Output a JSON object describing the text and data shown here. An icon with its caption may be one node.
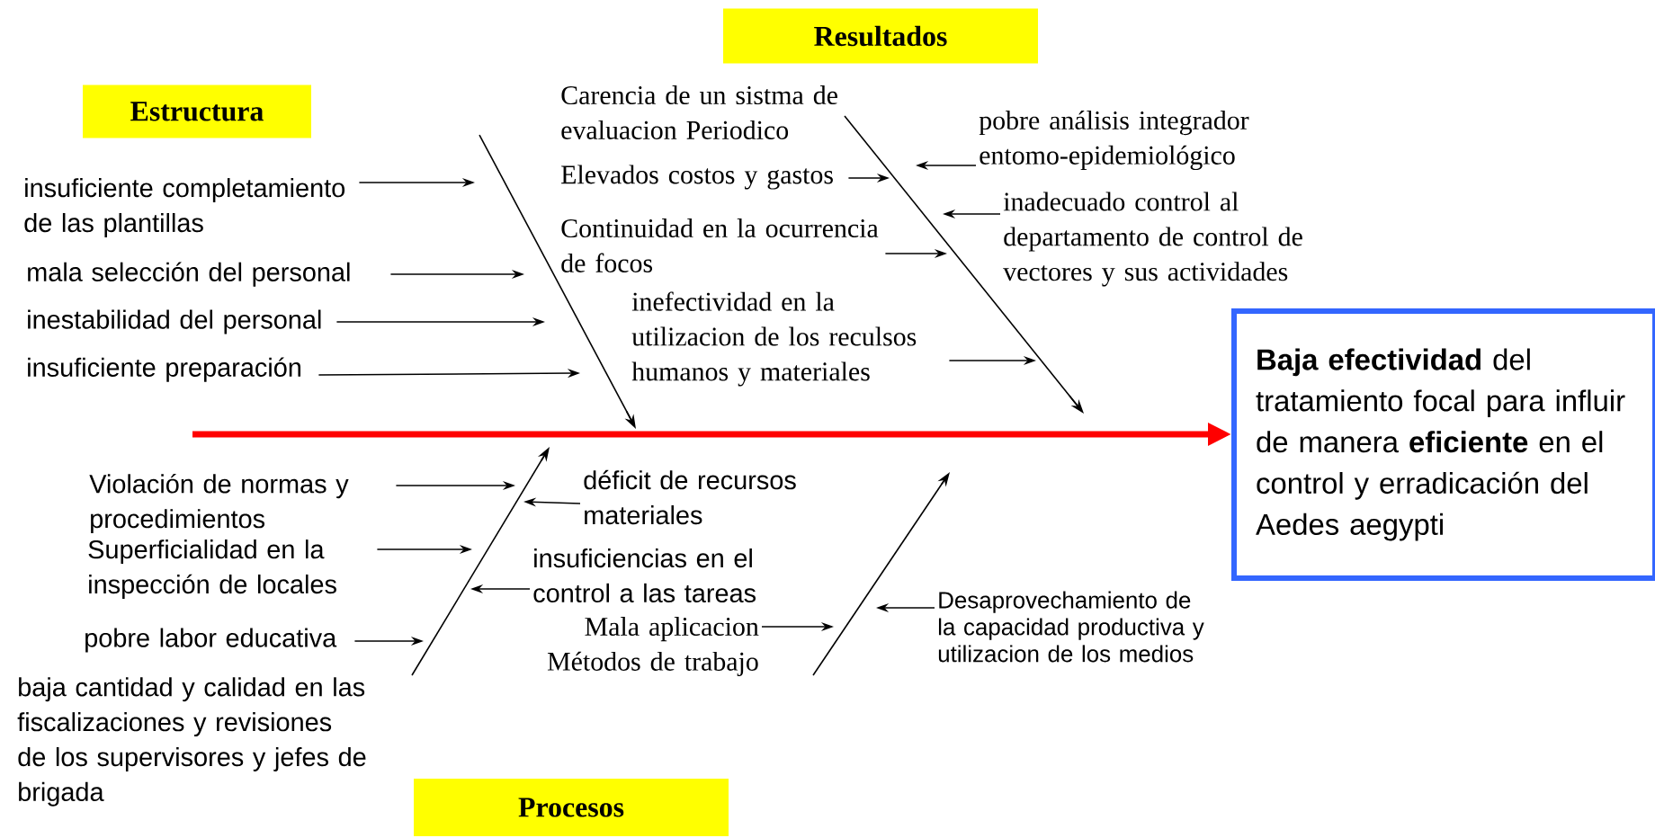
{
  "diagram": {
    "nodes": [
      {
        "text": [
          "Estructura"
        ]
      },
      {
        "text": [
          "Resultados"
        ]
      },
      {
        "text": [
          "insuficiente  completamiento de  las  plantillas"
        ]
      },
      {
        "text": [
          "mala  selección  del personal"
        ]
      },
      {
        "text": [
          "inestabilidad del personal"
        ]
      },
      {
        "text": [
          "insuficiente preparación"
        ]
      },
      {
        "text": [
          "Elevados costos y gastos"
        ]
      },
      {
        "text": [
          "Continuidad en la ocurrencia de focos"
        ]
      },
      {
        "text": [
          "inefectividad en la utilizacion de los reculsos humanos y materiales"
        ]
      },
      {
        "text": [
          "pobre análisis integrador entomo-epidemiológico"
        ]
      },
      {
        "text": [
          "inadecuado control al departamento de control de vectores y sus actividades"
        ]
      },
      {
        "text": [
          "**Baja efectividad** del tratamiento focal para influir de manera **eficiente** en el control y erradicación del Aedes aegypti"
        ]
      },
      {
        "text": [
          "Violación de normas y procedimientos"
        ]
      },
      {
        "text": [
          "déficit de recursos materiales"
        ]
      },
      {
        "text": [
          "Superficialidad en la inspección de locales"
        ]
      },
      {
        "text": [
          "insuficiencias en el control a las tareas"
        ]
      },
      {
        "text": [
          "pobre labor educativa"
        ]
      },
      {
        "text": [
          "Mala aplicacion Métodos de trabajo"
        ]
      },
      {
        "text": [
          "Desaprovechamiento de la capacidad productiva y utilizacion de los medios"
        ]
      },
      {
        "text": [
          "Procesos"
        ]
      }
    ],
    "edges": [
      {
        "from": 2,
        "to": null,
        "arrow": "to"
      },
      {
        "from": 3,
        "to": null,
        "arrow": "to"
      },
      {
        "from": 4,
        "to": null,
        "arrow": "to"
      },
      {
        "from": 5,
        "to": null,
        "arrow": "to"
      },
      {
        "from": 6,
        "to": null,
        "arrow": "to"
      },
      {
        "from": 7,
        "to": null,
        "arrow": "to"
      },
      {
        "from": 8,
        "to": null,
        "arrow": "to"
      },
      {
        "from": 9,
        "to": null,
        "arrow": "to"
      },
      {
        "from": 10,
        "to": null,
        "arrow": "to"
      },
      {
        "from": null,
        "to": 11,
        "arrow": "to",
        "style": "thick",
        "color": "#ff0000"
      },
      {
        "from": 12,
        "to": null,
        "arrow": "to"
      },
      {
        "from": 13,
        "to": null,
        "arrow": "to"
      },
      {
        "from": 14,
        "to": null,
        "arrow": "to"
      },
      {
        "from": 15,
        "to": null,
        "arrow": "to"
      },
      {
        "from": 16,
        "to": null,
        "arrow": "to"
      },
      {
        "from": 17,
        "to": null,
        "arrow": "to"
      },
      {
        "from": 18,
        "to": null,
        "arrow": "to"
      }
    ],
    "labels": [
      "Carencia de un sistma de evaluacion Periodico",
      "baja cantidad y calidad en las fiscalizaciones y revisiones de los supervisores y jefes de brigada"
    ]
  }
}
